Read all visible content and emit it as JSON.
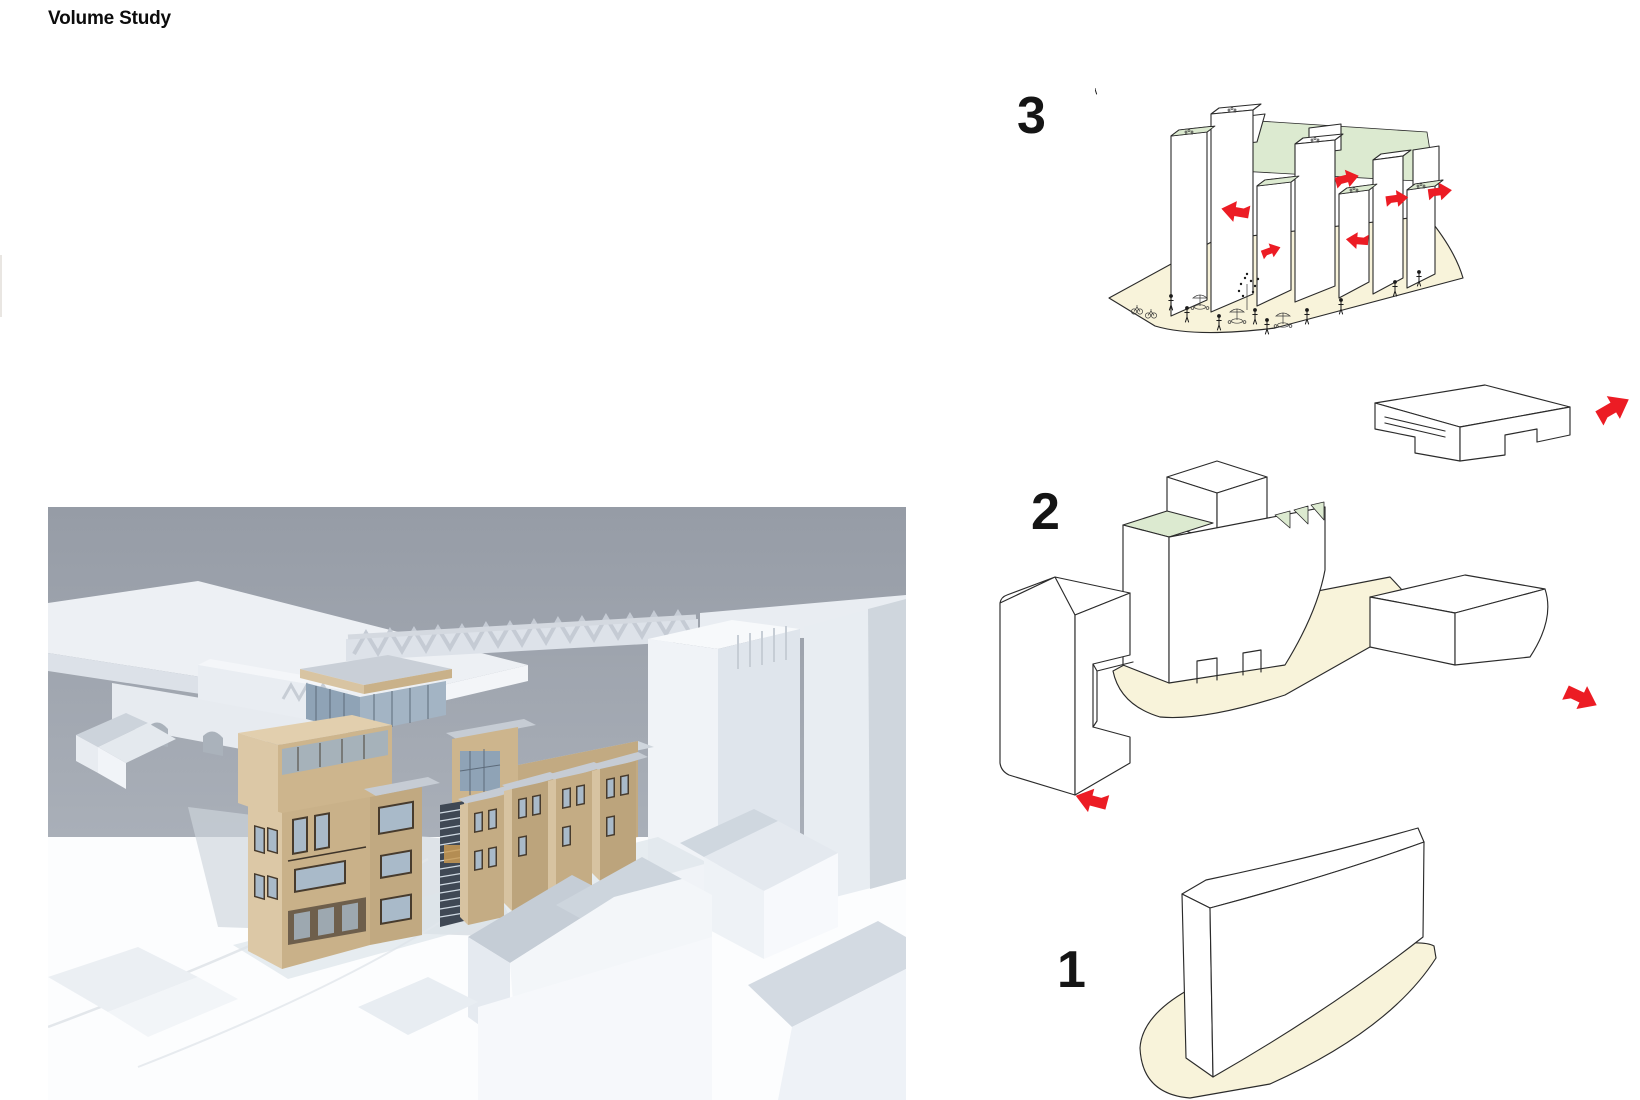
{
  "title": "Volume Study",
  "steps": [
    {
      "label": "1"
    },
    {
      "label": "2"
    },
    {
      "label": "3"
    }
  ],
  "colors": {
    "accent_red": "#ec1c24",
    "base_cream": "#f8f3da",
    "roof_green": "#dcead0",
    "outline_dark": "#2b2b2b",
    "sky_gray_top": "#969ca6",
    "sky_gray_bottom": "#aab0b9",
    "massing_light": "#eef1f5",
    "massing_mid": "#dde3ea",
    "massing_dark": "#c6cdd5",
    "brick_light": "#dcc8a6",
    "brick_mid": "#c9b189",
    "brick_dark": "#ab9271",
    "glass_blue": "#a9bac9",
    "roof_slab_gray": "#c6ccd4"
  }
}
